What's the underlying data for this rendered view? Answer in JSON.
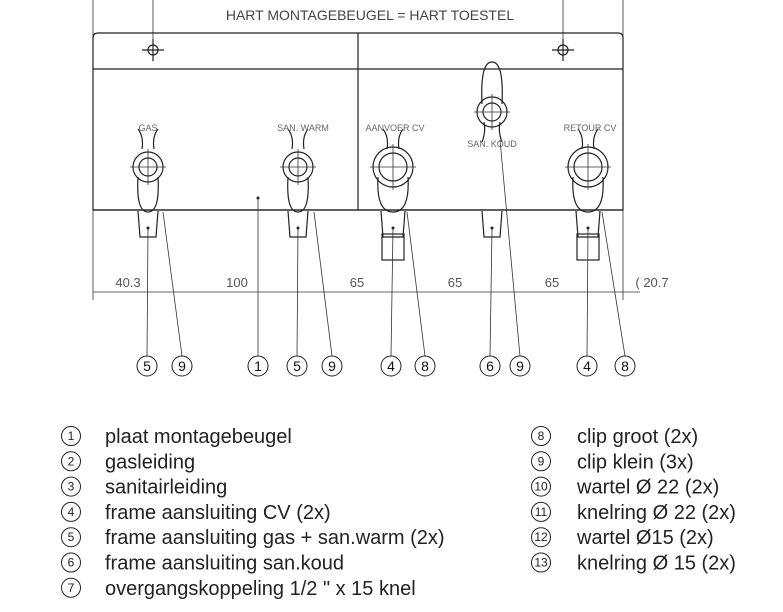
{
  "title": "HART MONTAGEBEUGEL = HART TOESTEL",
  "fitting_labels": [
    "GAS",
    "SAN. WARM",
    "AANVOER CV",
    "SAN. KOUD",
    "RETOUR CV"
  ],
  "dimensions": [
    "40.3",
    "100",
    "65",
    "65",
    "65",
    "( 20.7"
  ],
  "callouts": [
    "5",
    "9",
    "1",
    "5",
    "9",
    "4",
    "8",
    "6",
    "9",
    "4",
    "8"
  ],
  "legend_left": [
    {
      "n": "1",
      "text": "plaat montagebeugel"
    },
    {
      "n": "2",
      "text": "gasleiding"
    },
    {
      "n": "3",
      "text": "sanitairleiding"
    },
    {
      "n": "4",
      "text": "frame aansluiting CV (2x)"
    },
    {
      "n": "5",
      "text": "frame aansluiting gas + san.warm (2x)"
    },
    {
      "n": "6",
      "text": "frame aansluiting san.koud"
    },
    {
      "n": "7",
      "text": "overgangskoppeling  1/2 \" x 15 knel"
    }
  ],
  "legend_right": [
    {
      "n": "8",
      "text": "clip groot (2x)"
    },
    {
      "n": "9",
      "text": "clip klein (3x)"
    },
    {
      "n": "10",
      "text": "wartel Ø 22 (2x)"
    },
    {
      "n": "11",
      "text": "knelring Ø 22 (2x)"
    },
    {
      "n": "12",
      "text": "wartel Ø15 (2x)"
    },
    {
      "n": "13",
      "text": "knelring Ø 15 (2x)"
    }
  ]
}
